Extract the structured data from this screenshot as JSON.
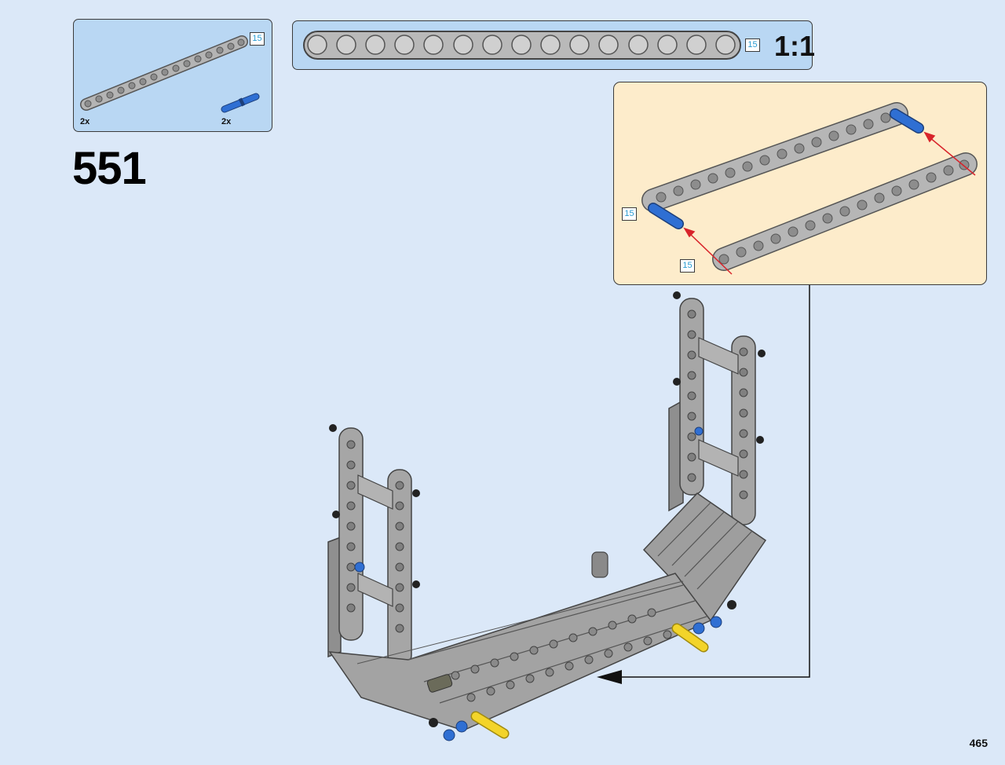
{
  "parts_list": {
    "beam": {
      "length_tag": "15",
      "quantity": "2x"
    },
    "pin": {
      "quantity": "2x"
    }
  },
  "ruler": {
    "length_tag": "15",
    "scale": "1:1"
  },
  "step": {
    "number": "551"
  },
  "subassembly": {
    "tag_left": "15",
    "tag_bottom": "15"
  },
  "page": {
    "number": "465"
  },
  "colors": {
    "page_bg": "#dbe8f8",
    "callout_bg": "#b9d7f3",
    "subassembly_bg": "#fdeccb",
    "beam_gray": "#a9a9a9",
    "pin_blue": "#2f6fd3",
    "axle_yellow": "#f3d42a",
    "arrow_red": "#d8242b"
  }
}
